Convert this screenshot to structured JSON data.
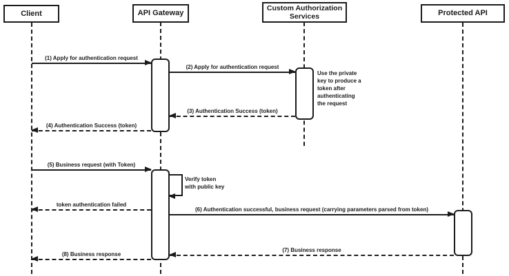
{
  "diagram_type": "uml-sequence",
  "colors": {
    "ink": "#1a1a1a",
    "background": "#ffffff",
    "shape_fill": "#ffffff"
  },
  "participants": [
    {
      "id": "client",
      "label": "Client"
    },
    {
      "id": "api-gateway",
      "label": "API Gateway"
    },
    {
      "id": "custom-authorization-services",
      "label": "Custom Authorization\nServices"
    },
    {
      "id": "protected-api",
      "label": "Protected API"
    }
  ],
  "messages": [
    {
      "label": "(1) Apply for authentication request",
      "from": "Client",
      "to": "API Gateway",
      "line": "solid"
    },
    {
      "label": "(2) Apply for authentication request",
      "from": "API Gateway",
      "to": "Custom Authorization Services",
      "line": "solid"
    },
    {
      "label": "(3) Authentication Success (token)",
      "from": "Custom Authorization Services",
      "to": "API Gateway",
      "line": "dashed"
    },
    {
      "label": "(4) Authentication Success (token)",
      "from": "API Gateway",
      "to": "Client",
      "line": "dashed"
    },
    {
      "label": "(5) Business request (with Token)",
      "from": "Client",
      "to": "API Gateway",
      "line": "solid"
    },
    {
      "label": "token authentication failed",
      "from": "API Gateway",
      "to": "Client",
      "line": "dashed"
    },
    {
      "label": "(6) Authentication successful, business request (carrying parameters parsed from token)",
      "from": "API Gateway",
      "to": "Protected API",
      "line": "solid"
    },
    {
      "label": "(7) Business response",
      "from": "Protected API",
      "to": "API Gateway",
      "line": "dashed"
    },
    {
      "label": "(8) Business response",
      "from": "API Gateway",
      "to": "Client",
      "line": "dashed"
    }
  ],
  "self_message": {
    "label": "Verify token\nwith public key",
    "on": "API Gateway",
    "line": "solid"
  },
  "note": {
    "label": "Use the private\nkey to produce a\ntoken after\nauthenticating\nthe request",
    "attached_to": "Custom Authorization Services"
  }
}
